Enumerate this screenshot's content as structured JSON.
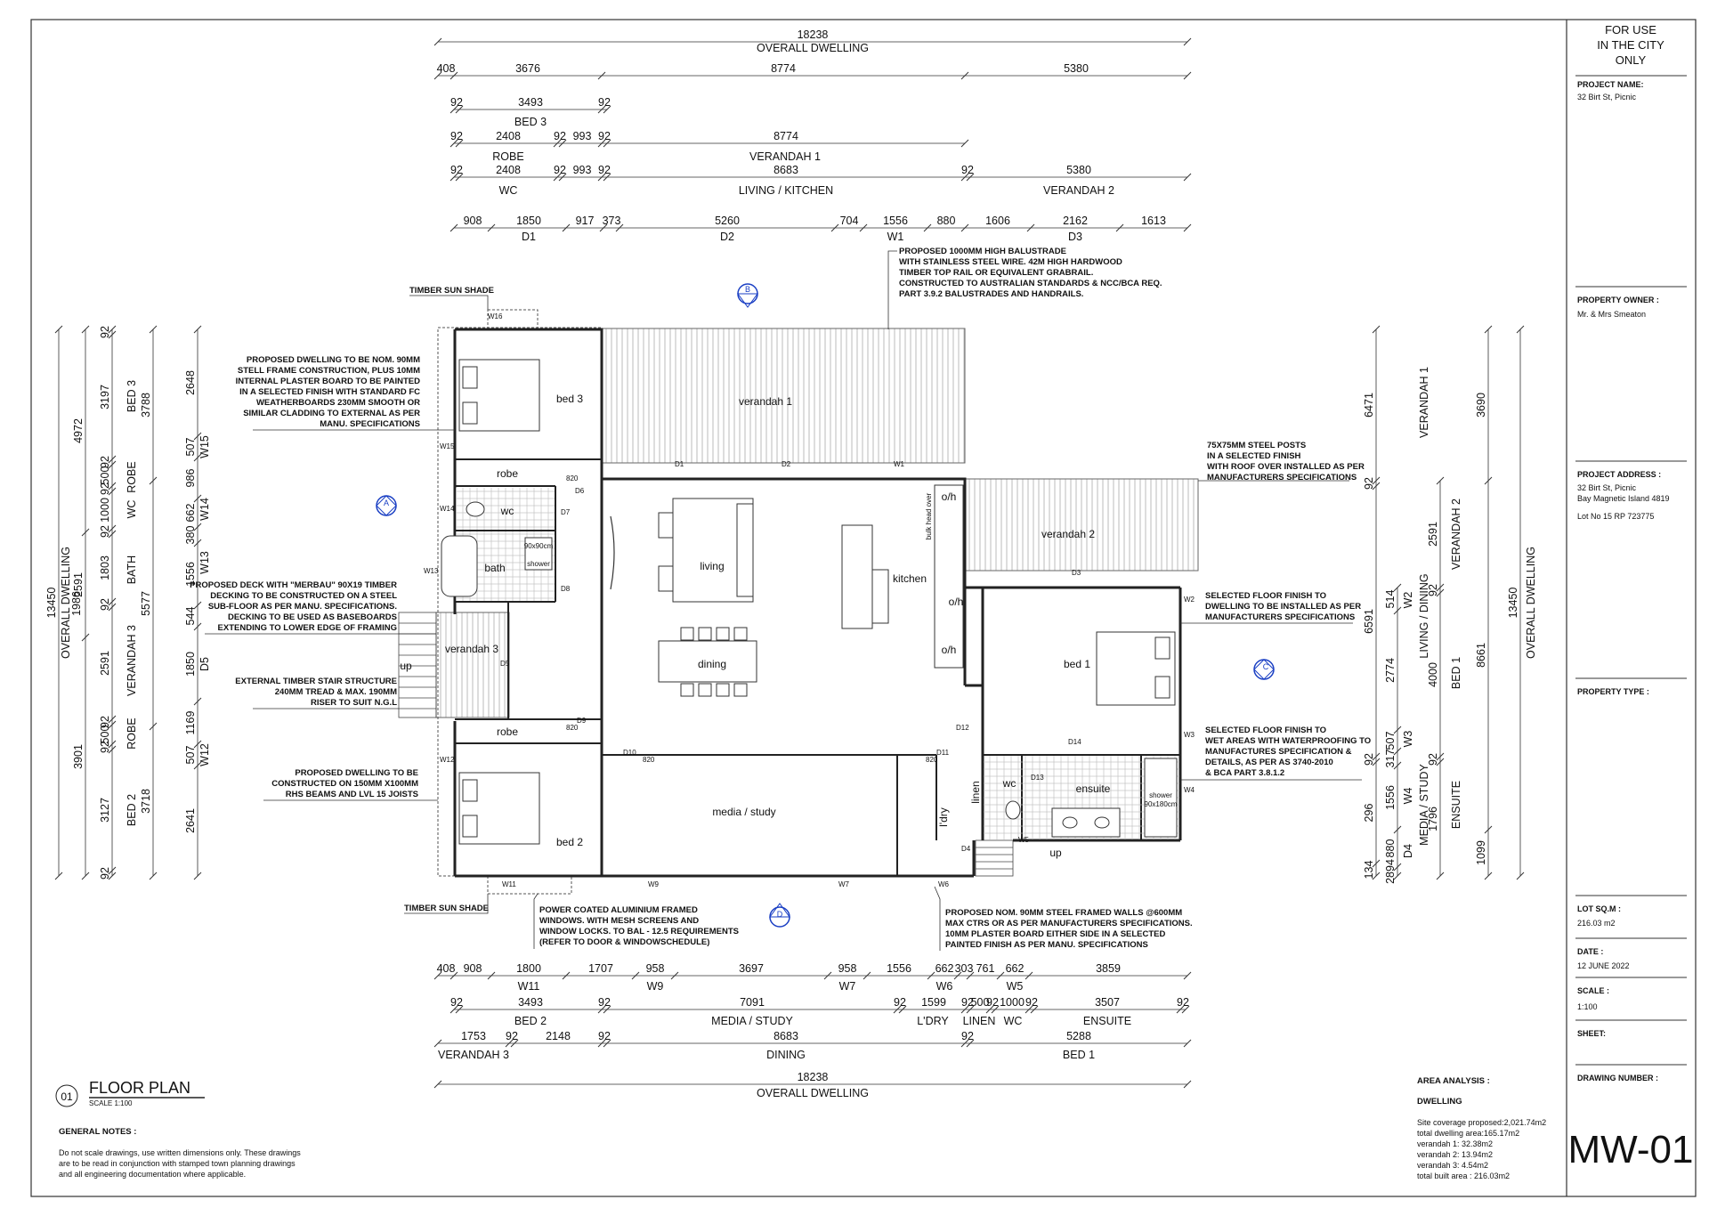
{
  "title_block": {
    "for_use": [
      "FOR USE",
      "IN THE CITY",
      "ONLY"
    ],
    "project_name_label": "PROJECT NAME:",
    "project_name": "32 Birt St, Picnic",
    "owner_label": "PROPERTY OWNER :",
    "owner": "Mr. & Mrs Smeaton",
    "address_label": "PROJECT ADDRESS :",
    "address": [
      "32 Birt St, Picnic",
      "Bay Magnetic Island 4819",
      "Lot No 15 RP 723775"
    ],
    "type_label": "PROPERTY TYPE :",
    "lot_label": "LOT SQ.M :",
    "lot": "216.03 m2",
    "date_label": "DATE :",
    "date": "12 JUNE 2022",
    "scale_label": "SCALE :",
    "scale": "1:100",
    "sheet_label": "SHEET:",
    "drawing_number_label": "DRAWING NUMBER :",
    "drawing_number": "MW-01"
  },
  "plan_title": {
    "num": "01",
    "title": "FLOOR PLAN",
    "scale": "SCALE 1:100"
  },
  "general_notes": {
    "heading": "GENERAL NOTES :",
    "lines": [
      "Do not scale drawings, use written dimensions only. These drawings",
      "are to be read in conjunction with stamped town planning drawings",
      "and all engineering documentation where applicable."
    ]
  },
  "area_analysis": {
    "heading": "AREA ANALYSIS :",
    "sub": "DWELLING",
    "lines": [
      "Site coverage proposed:2,021.74m2",
      "total dwelling area:165.17m2",
      "verandah 1: 32.38m2",
      "verandah 2: 13.94m2",
      "verandah 3: 4.54m2",
      "total built area : 216.03m2"
    ]
  },
  "rooms": {
    "bed3": "bed 3",
    "robe_top": "robe",
    "wc_left": "wc",
    "bath": "bath",
    "shower_small": "shower",
    "shower_small_size": "90x90cm",
    "verandah3": "verandah 3",
    "robe_bottom": "robe",
    "bed2": "bed 2",
    "verandah1": "verandah 1",
    "living": "living",
    "kitchen": "kitchen",
    "dining": "dining",
    "media": "media / study",
    "verandah2": "verandah 2",
    "bed1": "bed 1",
    "ensuite": "ensuite",
    "wc_right": "wc",
    "linen": "linen",
    "ldry": "l'dry",
    "shower_ens": "shower",
    "shower_ens_size": "90x180cm",
    "oh1": "o/h",
    "oh2": "o/h",
    "oh3": "o/h",
    "bulkhead": "bulk head over",
    "up1": "up",
    "up2": "up"
  },
  "openings": {
    "doors": [
      "D1",
      "D2",
      "D3",
      "D5",
      "D6",
      "D7",
      "D8",
      "D9",
      "D10",
      "D11",
      "D12",
      "D13",
      "D14",
      "D4"
    ],
    "windows": [
      "W1",
      "W2",
      "W3",
      "W4",
      "W5",
      "W6",
      "W7",
      "W9",
      "W11",
      "W12",
      "W13",
      "W14",
      "W15",
      "W16"
    ],
    "door_size": "820"
  },
  "section_markers": [
    "A",
    "B",
    "C",
    "D"
  ],
  "notes": {
    "timber_shade_top": "TIMBER SUN SHADE",
    "timber_shade_bottom": "TIMBER SUN SHADE",
    "balustrade": [
      "PROPOSED 1000MM HIGH BALUSTRADE",
      "WITH STAINLESS STEEL WIRE. 42M HIGH HARDWOOD",
      "TIMBER TOP RAIL OR EQUIVALENT GRABRAIL.",
      "CONSTRUCTED TO AUSTRALIAN STANDARDS & NCC/BCA REQ.",
      "PART 3.9.2 BALUSTRADES AND HANDRAILS."
    ],
    "frame": [
      "PROPOSED DWELLING TO BE NOM. 90MM",
      "STELL FRAME CONSTRUCTION, PLUS 10MM",
      "INTERNAL PLASTER BOARD TO BE PAINTED",
      "IN A SELECTED FINISH WITH STANDARD FC",
      "WEATHERBOARDS 230MM SMOOTH OR",
      "SIMILAR CLADDING TO EXTERNAL AS PER",
      "MANU. SPECIFICATIONS"
    ],
    "deck": [
      "PROPOSED DECK WITH \"MERBAU\" 90X19 TIMBER",
      "DECKING TO BE CONSTRUCTED ON A STEEL",
      "SUB-FLOOR AS PER MANU. SPECIFICATIONS.",
      "DECKING TO BE USED AS BASEBOARDS",
      "EXTENDING TO LOWER EDGE OF FRAMING"
    ],
    "stair": [
      "EXTERNAL TIMBER STAIR STRUCTURE",
      "240MM TREAD & MAX. 190MM",
      "RISER TO SUIT N.G.L"
    ],
    "beams": [
      "PROPOSED DWELLING TO BE",
      "CONSTRUCTED ON 150MM X100MM",
      "RHS BEAMS AND LVL 15 JOISTS"
    ],
    "posts": [
      "75X75MM STEEL POSTS",
      "IN A SELECTED FINISH",
      "WITH ROOF OVER INSTALLED AS PER",
      "MANUFACTURERS SPECIFICATIONS"
    ],
    "floor1": [
      "SELECTED FLOOR FINISH TO",
      "DWELLING TO BE INSTALLED AS PER",
      "MANUFACTURERS SPECIFICATIONS"
    ],
    "floor2": [
      "SELECTED FLOOR FINISH TO",
      "WET AREAS WITH WATERPROOFING TO",
      "MANUFACTURES SPECIFICATION &",
      "DETAILS, AS PER AS 3740-2010",
      "& BCA PART 3.8.1.2"
    ],
    "windows_note": [
      "POWER COATED ALUMINIUM FRAMED",
      "WINDOWS. WITH MESH SCREENS AND",
      "WINDOW LOCKS. TO BAL - 12.5 REQUIREMENTS",
      "(REFER TO DOOR & WINDOWSCHEDULE)"
    ],
    "walls": [
      "PROPOSED NOM. 90MM STEEL FRAMED WALLS @600MM",
      "MAX CTRS OR AS PER MANUFACTURERS SPECIFICATIONS.",
      "10MM PLASTER BOARD EITHER SIDE IN A SELECTED",
      "PAINTED FINISH AS PER MANU. SPECIFICATIONS"
    ]
  },
  "dims_top": {
    "overall": "18238",
    "overall_label": "OVERALL DWELLING",
    "r2": [
      "408",
      "3676",
      "8774",
      "5380"
    ],
    "r3": [
      "92",
      "3493",
      "92"
    ],
    "r3_label": "BED 3",
    "r4": [
      "92",
      "2408",
      "92",
      "993",
      "92",
      "8774"
    ],
    "r4_labels": [
      "ROBE",
      "VERANDAH 1"
    ],
    "r5": [
      "92",
      "2408",
      "92",
      "993",
      "92",
      "8683",
      "92",
      "5380"
    ],
    "r5_labels": [
      "WC",
      "LIVING / KITCHEN",
      "VERANDAH 2"
    ],
    "r6": [
      "908",
      "1850",
      "917",
      "373",
      "5260",
      "704",
      "1556",
      "880",
      "1606",
      "2162",
      "1613"
    ],
    "r6_labels": [
      "D1",
      "D2",
      "W1",
      "D3"
    ]
  },
  "dims_bottom": {
    "r1": [
      "408",
      "908",
      "1800",
      "1707",
      "958",
      "3697",
      "958",
      "1556",
      "662",
      "303",
      "761",
      "662",
      "3859"
    ],
    "r1_labels": [
      "W11",
      "W9",
      "W7",
      "W6",
      "W5"
    ],
    "r2": [
      "92",
      "3493",
      "92",
      "7091",
      "92",
      "1599",
      "92",
      "500",
      "92",
      "1000",
      "92",
      "3507",
      "92"
    ],
    "r2_labels": [
      "BED 2",
      "MEDIA / STUDY",
      "L'DRY",
      "LINEN",
      "WC",
      "ENSUITE"
    ],
    "r3": [
      "1753",
      "92",
      "2148",
      "92",
      "8683",
      "92",
      "5288"
    ],
    "r3_labels": [
      "VERANDAH 3",
      "DINING",
      "BED 1"
    ],
    "overall": "18238",
    "overall_label": "OVERALL DWELLING"
  },
  "dims_left": {
    "c1": "13450",
    "c1_label": "OVERALL DWELLING",
    "c2": [
      "4972",
      "2591",
      "3901"
    ],
    "c3": [
      "92",
      "3197",
      "92",
      "500",
      "92",
      "1000",
      "92",
      "1803",
      "92",
      "2591",
      "92",
      "500",
      "92",
      "3127",
      "92"
    ],
    "c3b": "1986",
    "c4": [
      "BED 3",
      "ROBE",
      "WC",
      "BATH",
      "VERANDAH 3",
      "ROBE",
      "BED 2"
    ],
    "c5": [
      "3788",
      "5577",
      "3718"
    ],
    "c6": [
      "2648",
      "507",
      "986",
      "662",
      "380",
      "1556",
      "544",
      "1850",
      "1169",
      "507",
      "2641"
    ],
    "c6_labels": [
      "W15",
      "W14",
      "W13",
      "D5",
      "W12"
    ]
  },
  "dims_right": {
    "c1": [
      "6471",
      "92",
      "6591",
      "92",
      "296",
      "134"
    ],
    "c2": [
      "514",
      "2774",
      "507",
      "317",
      "1556",
      "880",
      "2894",
      "92"
    ],
    "c2_labels": [
      "W2",
      "W3",
      "W4",
      "D4"
    ],
    "c3": [
      "VERANDAH 1",
      "LIVING / DINING",
      "MEDIA / STUDY"
    ],
    "c4": [
      "2591",
      "92",
      "4000",
      "92",
      "1796"
    ],
    "c5": [
      "VERANDAH 2",
      "BED 1",
      "ENSUITE"
    ],
    "c6": [
      "3690",
      "8661",
      "1099"
    ],
    "c7": "13450",
    "c7_label": "OVERALL DWELLING"
  },
  "colors": {
    "line": "#222222",
    "marker": "#1a3fc4",
    "hatch": "#999999"
  }
}
